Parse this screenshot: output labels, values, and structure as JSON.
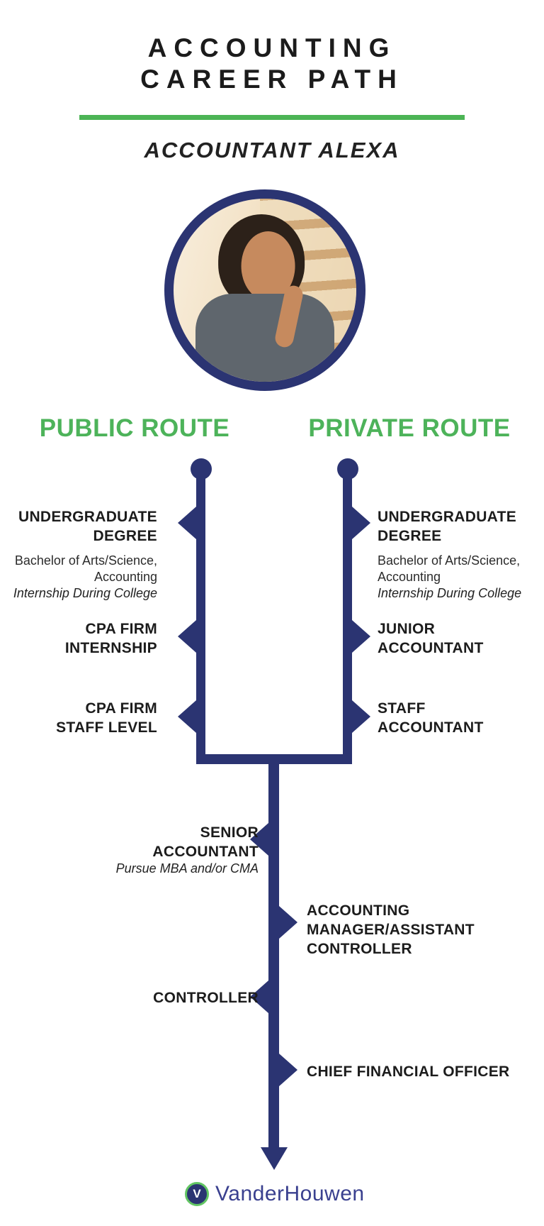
{
  "header": {
    "title_line1": "ACCOUNTING",
    "title_line2": "CAREER PATH",
    "persona_name": "ACCOUNTANT ALEXA"
  },
  "routes": {
    "public": {
      "heading": "PUBLIC ROUTE",
      "milestone1": {
        "line1": "UNDERGRADUATE",
        "line2": "DEGREE",
        "detail_line1": "Bachelor of Arts/Science,",
        "detail_line2": "Accounting",
        "note": "Internship During College"
      },
      "milestone2": {
        "line1": "CPA FIRM",
        "line2": "INTERNSHIP"
      },
      "milestone3": {
        "line1": "CPA FIRM",
        "line2": "STAFF LEVEL"
      }
    },
    "private": {
      "heading": "PRIVATE ROUTE",
      "milestone1": {
        "line1": "UNDERGRADUATE",
        "line2": "DEGREE",
        "detail_line1": "Bachelor of Arts/Science,",
        "detail_line2": "Accounting",
        "note": "Internship During College"
      },
      "milestone2": {
        "line1": "JUNIOR",
        "line2": "ACCOUNTANT"
      },
      "milestone3": {
        "line1": "STAFF",
        "line2": "ACCOUNTANT"
      }
    }
  },
  "merged_path": {
    "milestone1": {
      "line1": "SENIOR",
      "line2": "ACCOUNTANT",
      "note": "Pursue MBA and/or CMA"
    },
    "milestone2": {
      "line1": "ACCOUNTING",
      "line2": "MANAGER/ASSISTANT",
      "line3": "CONTROLLER"
    },
    "milestone3": {
      "line1": "CONTROLLER"
    },
    "milestone4": {
      "line1": "CHIEF FINANCIAL OFFICER"
    }
  },
  "footer": {
    "brand_name": "VanderHouwen",
    "logo_letter": "V"
  },
  "colors": {
    "navy": "#2b3472",
    "green": "#4db35a",
    "divider_green": "#4cb455",
    "title_text": "#1b1b1b",
    "logo_indigo": "#3a408f",
    "logo_ring_green": "#62c563"
  }
}
